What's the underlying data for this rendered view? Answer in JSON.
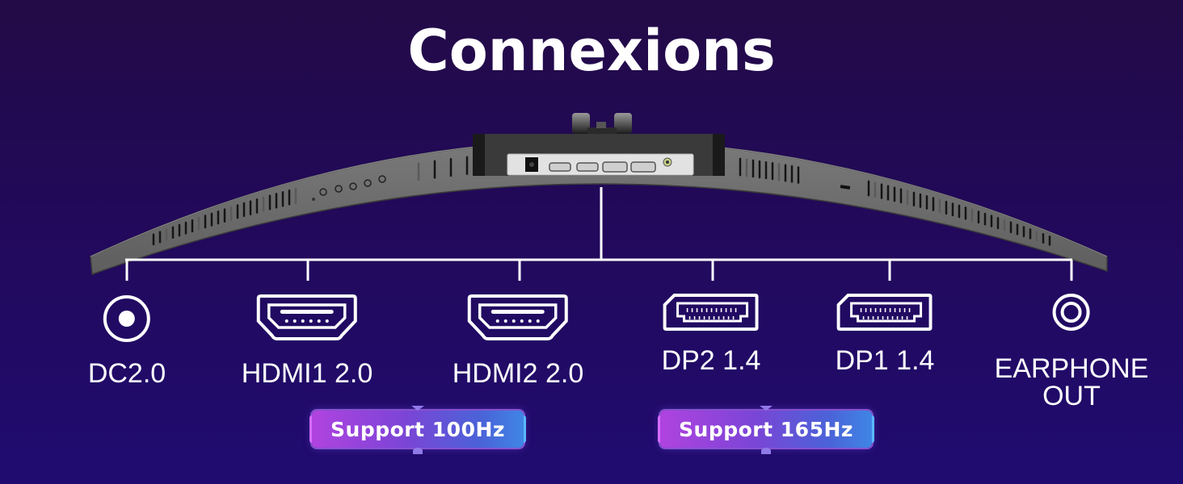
{
  "title": "Connexions",
  "colors": {
    "background_top": "#230b47",
    "background_bottom": "#200c70",
    "monitor_body": "#6b6b6b",
    "io_panel": "#e6e6e6",
    "connector_line": "#ffffff",
    "badge_left": "#b043e0",
    "badge_right": "#3f86e6"
  },
  "ports": [
    {
      "id": "dc",
      "label": "DC2.0",
      "icon": "dc-power-icon"
    },
    {
      "id": "hdmi1",
      "label": "HDMI1 2.0",
      "icon": "hdmi-port-icon"
    },
    {
      "id": "hdmi2",
      "label": "HDMI2 2.0",
      "icon": "hdmi-port-icon"
    },
    {
      "id": "dp2",
      "label": "DP2 1.4",
      "icon": "displayport-icon"
    },
    {
      "id": "dp1",
      "label": "DP1 1.4",
      "icon": "displayport-icon"
    },
    {
      "id": "earphone",
      "label_line1": "EARPHONE",
      "label_line2": "OUT",
      "icon": "audio-jack-icon"
    }
  ],
  "badges": [
    {
      "label": "Support 100Hz"
    },
    {
      "label": "Support 165Hz"
    }
  ]
}
